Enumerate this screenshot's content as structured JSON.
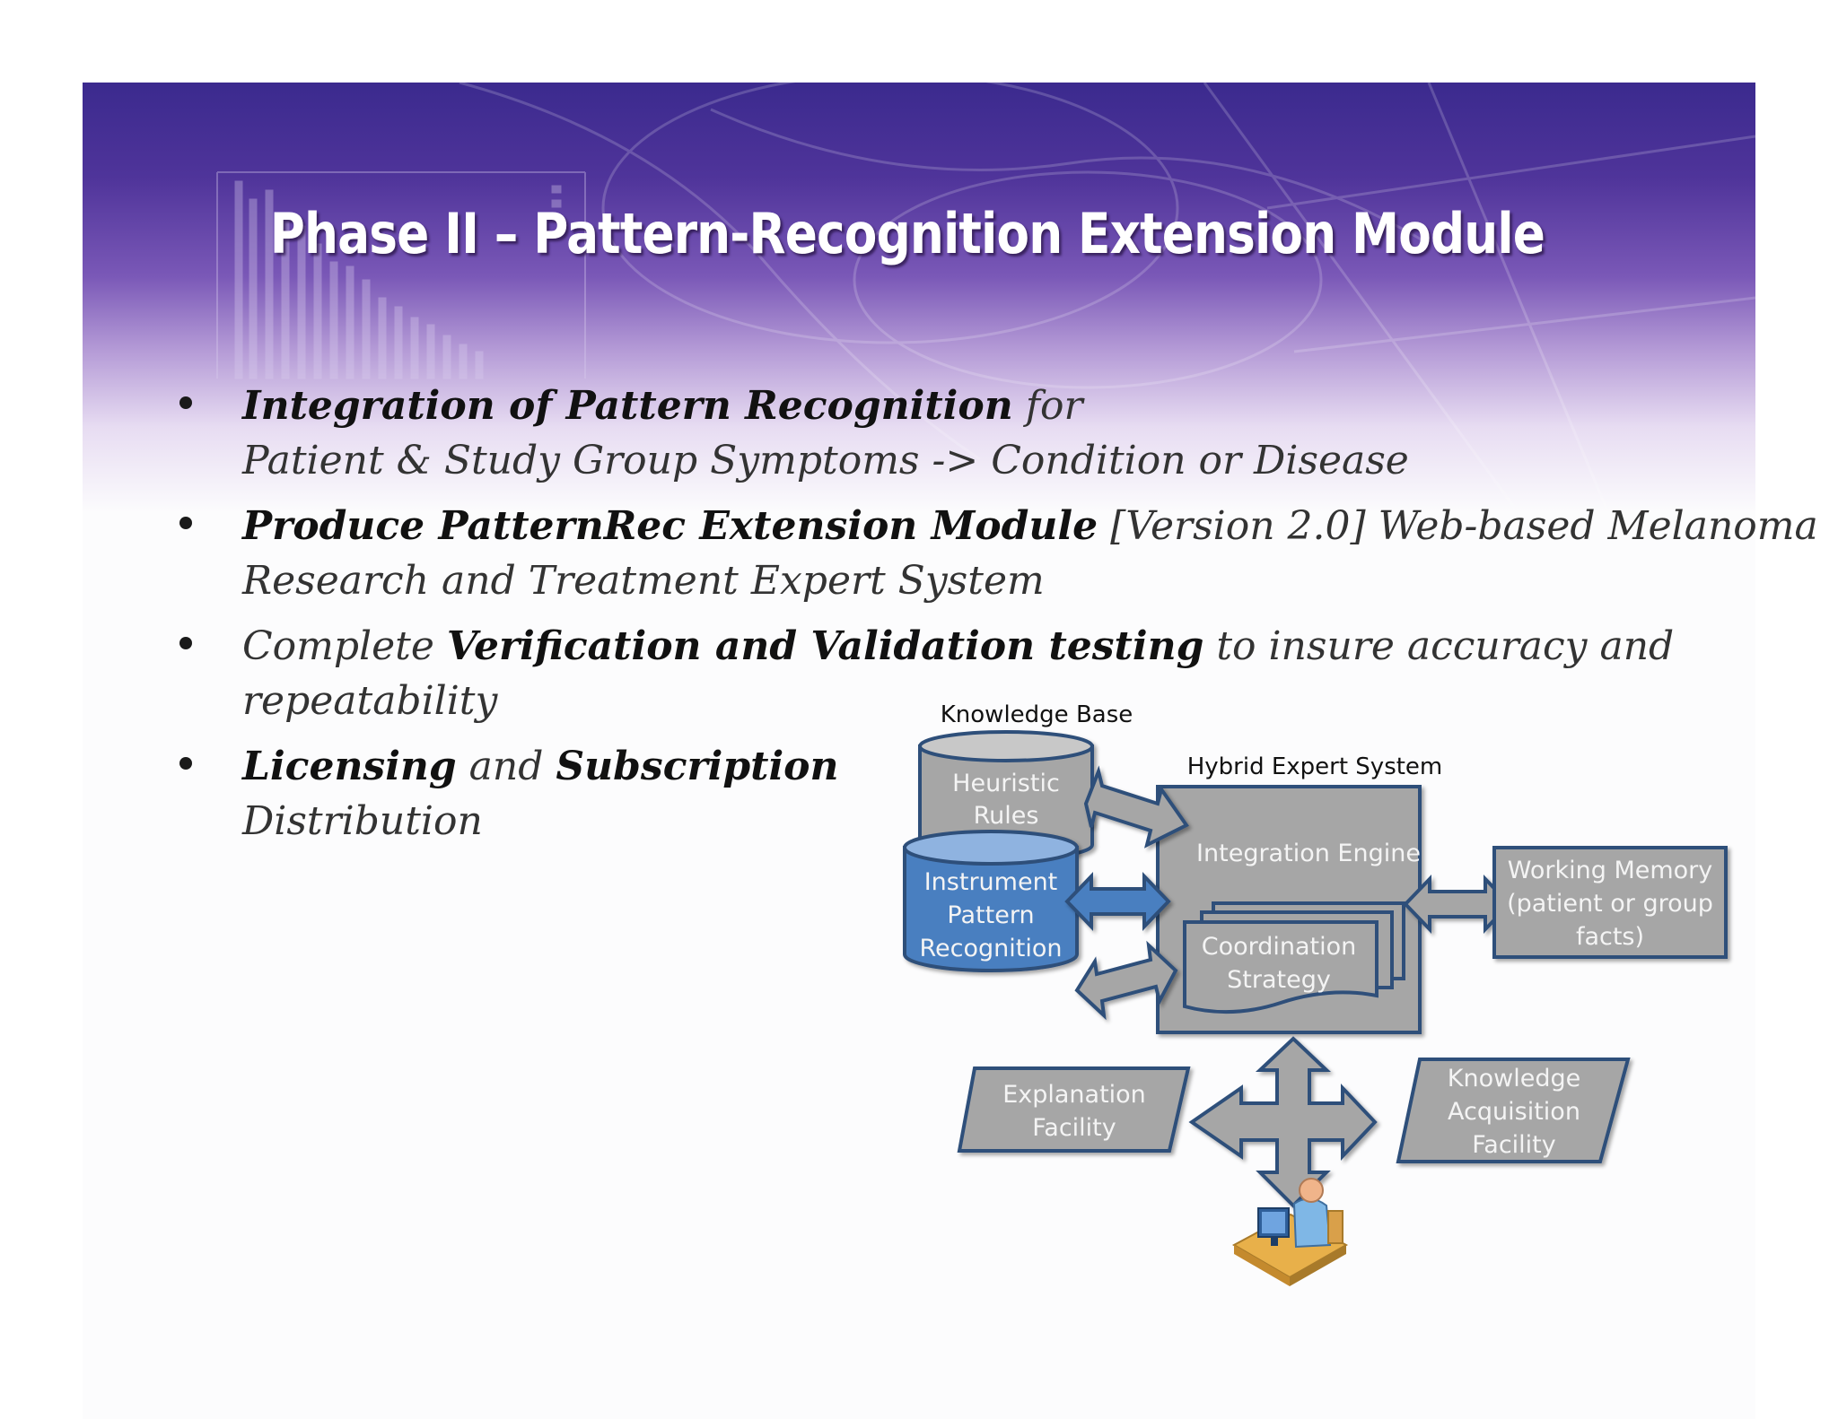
{
  "slide": {
    "title": "Phase II – Pattern-Recognition Extension Module",
    "bullets": [
      {
        "lines": [
          [
            {
              "text": "Integration of Pattern Recognition",
              "bold": true
            },
            {
              "text": " for",
              "bold": false
            }
          ],
          [
            {
              "text": "Patient & Study Group Symptoms -> Condition or Disease",
              "bold": false
            }
          ]
        ]
      },
      {
        "lines": [
          [
            {
              "text": "Produce PatternRec Extension Module",
              "bold": true
            },
            {
              "text": " [Version 2.0] Web-based Melanoma",
              "bold": false
            }
          ],
          [
            {
              "text": "Research and Treatment Expert System",
              "bold": false
            }
          ]
        ]
      },
      {
        "lines": [
          [
            {
              "text": "Complete ",
              "bold": false
            },
            {
              "text": "Verification and Validation testing",
              "bold": true
            },
            {
              "text": " to insure accuracy and",
              "bold": false
            }
          ],
          [
            {
              "text": "repeatability",
              "bold": false
            }
          ]
        ]
      },
      {
        "lines": [
          [
            {
              "text": "Licensing",
              "bold": true
            },
            {
              "text": " and ",
              "bold": false
            },
            {
              "text": "Subscription",
              "bold": true
            }
          ],
          [
            {
              "text": "Distribution",
              "bold": false
            }
          ]
        ]
      }
    ]
  },
  "diagram": {
    "knowledge_base_label": "Knowledge Base",
    "hybrid_label": "Hybrid Expert System",
    "heuristic_rules": [
      "Heuristic",
      "Rules"
    ],
    "instrument_pattern": [
      "Instrument",
      "Pattern",
      "Recognition"
    ],
    "integration_engine": "Integration Engine",
    "coordination_strategy": [
      "Coordination",
      "Strategy"
    ],
    "working_memory": [
      "Working Memory",
      "(patient or group",
      "facts)"
    ],
    "explanation_facility": [
      "Explanation",
      "Facility"
    ],
    "knowledge_acquisition": [
      "Knowledge",
      "Acquisition",
      "Facility"
    ],
    "icons": [
      "user-at-computer-icon"
    ]
  },
  "colors": {
    "banner_dark": "#3b2a8e",
    "box_fill": "#a6a6a6",
    "box_stroke": "#2f4f7a",
    "blue_fill": "#4a7fc0",
    "title": "#ffffff"
  }
}
